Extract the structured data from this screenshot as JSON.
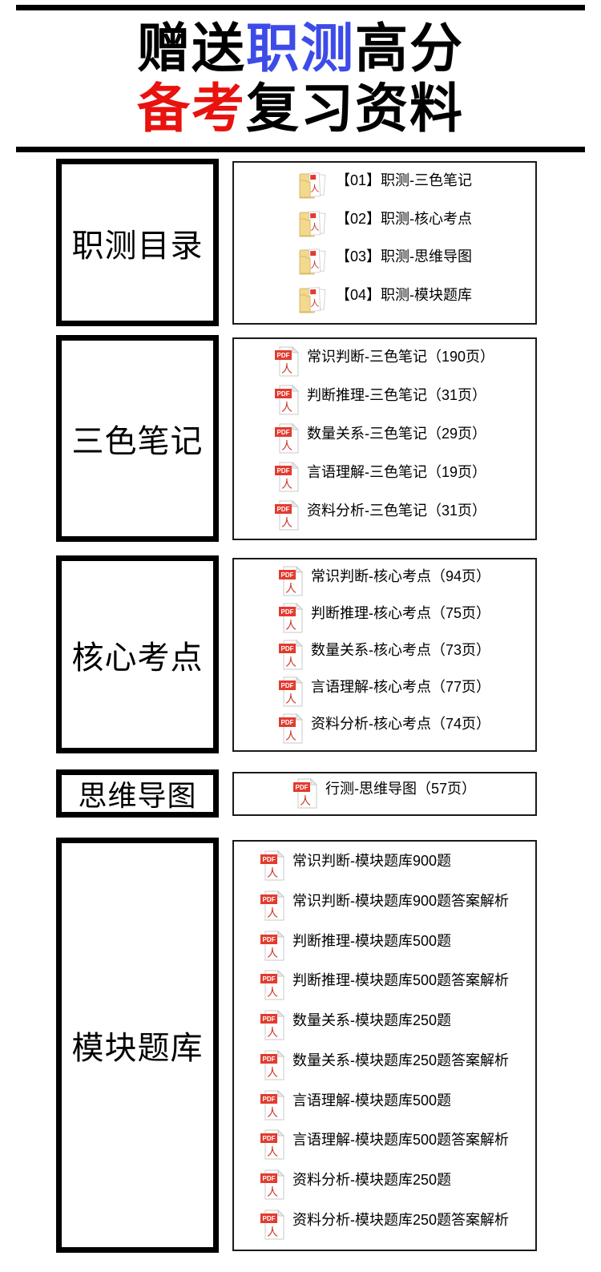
{
  "title": {
    "line1_part1": "赠送",
    "line1_part2": "职测",
    "line1_part3": "高分",
    "line2_part1": "备考",
    "line2_part2": "复习资料"
  },
  "colors": {
    "title_blue": "#3D4BE8",
    "title_red": "#E8120E",
    "title_black": "#000000",
    "pdf_badge_red": "#E23B2E",
    "pdf_glyph_red": "#C9342A",
    "folder_yellow": "#F3D98F",
    "folder_edge": "#D8B964",
    "border_black": "#000000"
  },
  "icons": {
    "pdf": "pdf-file-icon",
    "folder": "folder-with-pdf-files-icon",
    "pdf_badge_label": "PDF",
    "pdf_glyph": "人"
  },
  "sections": [
    {
      "label": "职测目录",
      "icon": "folder",
      "items": [
        "【01】职测-三色笔记",
        "【02】职测-核心考点",
        "【03】职测-思维导图",
        "【04】职测-模块题库"
      ]
    },
    {
      "label": "三色笔记",
      "icon": "pdf",
      "items": [
        "常识判断-三色笔记（190页）",
        "判断推理-三色笔记（31页）",
        "数量关系-三色笔记（29页）",
        "言语理解-三色笔记（19页）",
        "资料分析-三色笔记（31页）"
      ]
    },
    {
      "label": "核心考点",
      "icon": "pdf",
      "items": [
        "常识判断-核心考点（94页）",
        "判断推理-核心考点（75页）",
        "数量关系-核心考点（73页）",
        "言语理解-核心考点（77页）",
        "资料分析-核心考点（74页）"
      ]
    },
    {
      "label": "思维导图",
      "icon": "pdf",
      "items": [
        "行测-思维导图（57页）"
      ]
    },
    {
      "label": "模块题库",
      "icon": "pdf",
      "items": [
        "常识判断-模块题库900题",
        "常识判断-模块题库900题答案解析",
        "判断推理-模块题库500题",
        "判断推理-模块题库500题答案解析",
        "数量关系-模块题库250题",
        "数量关系-模块题库250题答案解析",
        "言语理解-模块题库500题",
        "言语理解-模块题库500题答案解析",
        "资料分析-模块题库250题",
        "资料分析-模块题库250题答案解析"
      ]
    }
  ]
}
